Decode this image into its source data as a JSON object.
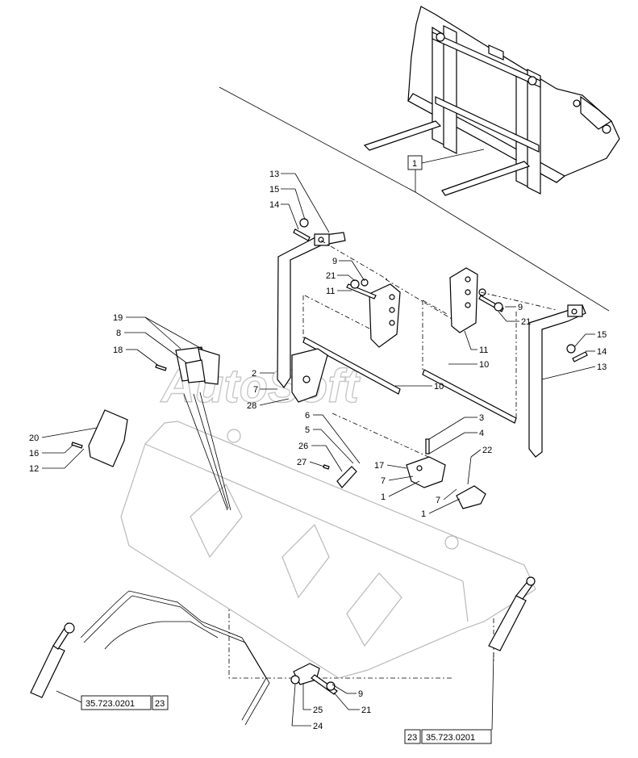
{
  "watermark": "AutoSoft",
  "refs": {
    "left": "35.723.0201",
    "left_num": "23",
    "right": "35.723.0201",
    "right_num": "23",
    "top_box": "1"
  },
  "callouts": [
    "13",
    "15",
    "14",
    "9",
    "21",
    "11",
    "9",
    "21",
    "11",
    "10",
    "15",
    "14",
    "13",
    "19",
    "8",
    "18",
    "2",
    "7",
    "28",
    "10",
    "6",
    "5",
    "26",
    "27",
    "3",
    "4",
    "17",
    "7",
    "1",
    "22",
    "7",
    "1",
    "20",
    "16",
    "12",
    "9",
    "25",
    "21",
    "24"
  ]
}
